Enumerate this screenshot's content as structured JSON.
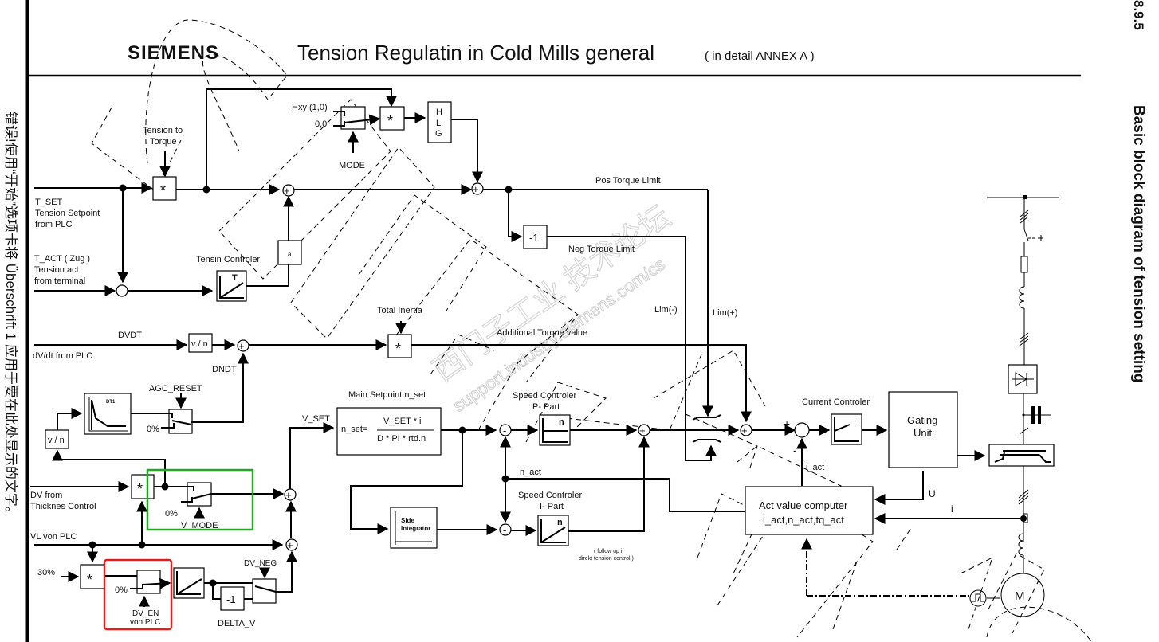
{
  "header": {
    "logo": "SIEMENS",
    "title": "Tension Regulatin in Cold Mills general",
    "subtitle": "( in detail ANNEX A )"
  },
  "side_left": {
    "text": "错误!使用“开始”选项卡将 Überschrift 1 应用于要在此处显示的文字。"
  },
  "side_right": {
    "section_number": "8.9.5",
    "section_title": "Basic block diagram of tension setting"
  },
  "watermark": {
    "cn": "西门子工业 技术论坛",
    "url": "support.industry.siemens.com/cs"
  },
  "labels": {
    "tension_to_torque": [
      "Tension to",
      "Torque"
    ],
    "hxy": "Hxy (1,0)",
    "zero_zero": "0,0",
    "mode": "MODE",
    "hlg": [
      "H",
      "L",
      "G"
    ],
    "multiply": "*",
    "plus": "+",
    "minus": "-",
    "t_set": [
      "T_SET",
      "Tension Setpoint",
      "from PLC"
    ],
    "t_act": [
      "T_ACT ( Zug )",
      "Tension act",
      "from terminal"
    ],
    "tension_controller": "Tensin Controler",
    "tension_controller_glyph": "T",
    "a_block": "a",
    "pos_torque_limit": "Pos Torque Limit",
    "neg_torque_limit": "Neg  Torque Limit",
    "neg_one": "-1",
    "lim_minus": "Lim(-)",
    "lim_plus": "Lim(+)",
    "total_inertia": "Total Inertia",
    "additional_torque": "Additional Torque value",
    "dvdt": "DVDT",
    "dvdt_source": "dV/dt from PLC",
    "v_over_n": "v / n",
    "dndt": "DNDT",
    "agc_reset": "AGC_RESET",
    "dt1": "DT1",
    "zero_pct": "0%",
    "v_set": "V_SET",
    "main_setpoint": "Main Setpoint n_set",
    "n_set_lhs": "n_set=",
    "n_set_num": "V_SET * i",
    "n_set_den": "D * PI * rtd.n",
    "speed_p": [
      "Speed Controler",
      "P- Part"
    ],
    "speed_i": [
      "Speed Controler",
      "I- Part"
    ],
    "n_glyph": "n",
    "n_act": "n_act",
    "side_integrator": [
      "Side",
      "Integrator"
    ],
    "follow_up": [
      "( follow up if",
      "direkt tension control )"
    ],
    "dv_thick": [
      "DV from",
      "Thicknes Control"
    ],
    "v_mode": "V_MODE",
    "vl_plc": "VL von PLC",
    "thirty_pct": "30%",
    "dv_en": [
      "DV_EN",
      "von PLC"
    ],
    "dv_neg": "DV_NEG",
    "delta_v": "DELTA_V",
    "current_controller": "Current Controler",
    "current_glyph": "I",
    "i_act": "i_act",
    "gating_unit": [
      "Gating",
      "Unit"
    ],
    "act_value_computer": [
      "Act value computer",
      "i_act,n_act,tq_act"
    ],
    "u_label": "U",
    "i_label": "i",
    "motor": "M"
  },
  "highlights": {
    "green_color": "#22a822",
    "red_color": "#e0201a"
  }
}
